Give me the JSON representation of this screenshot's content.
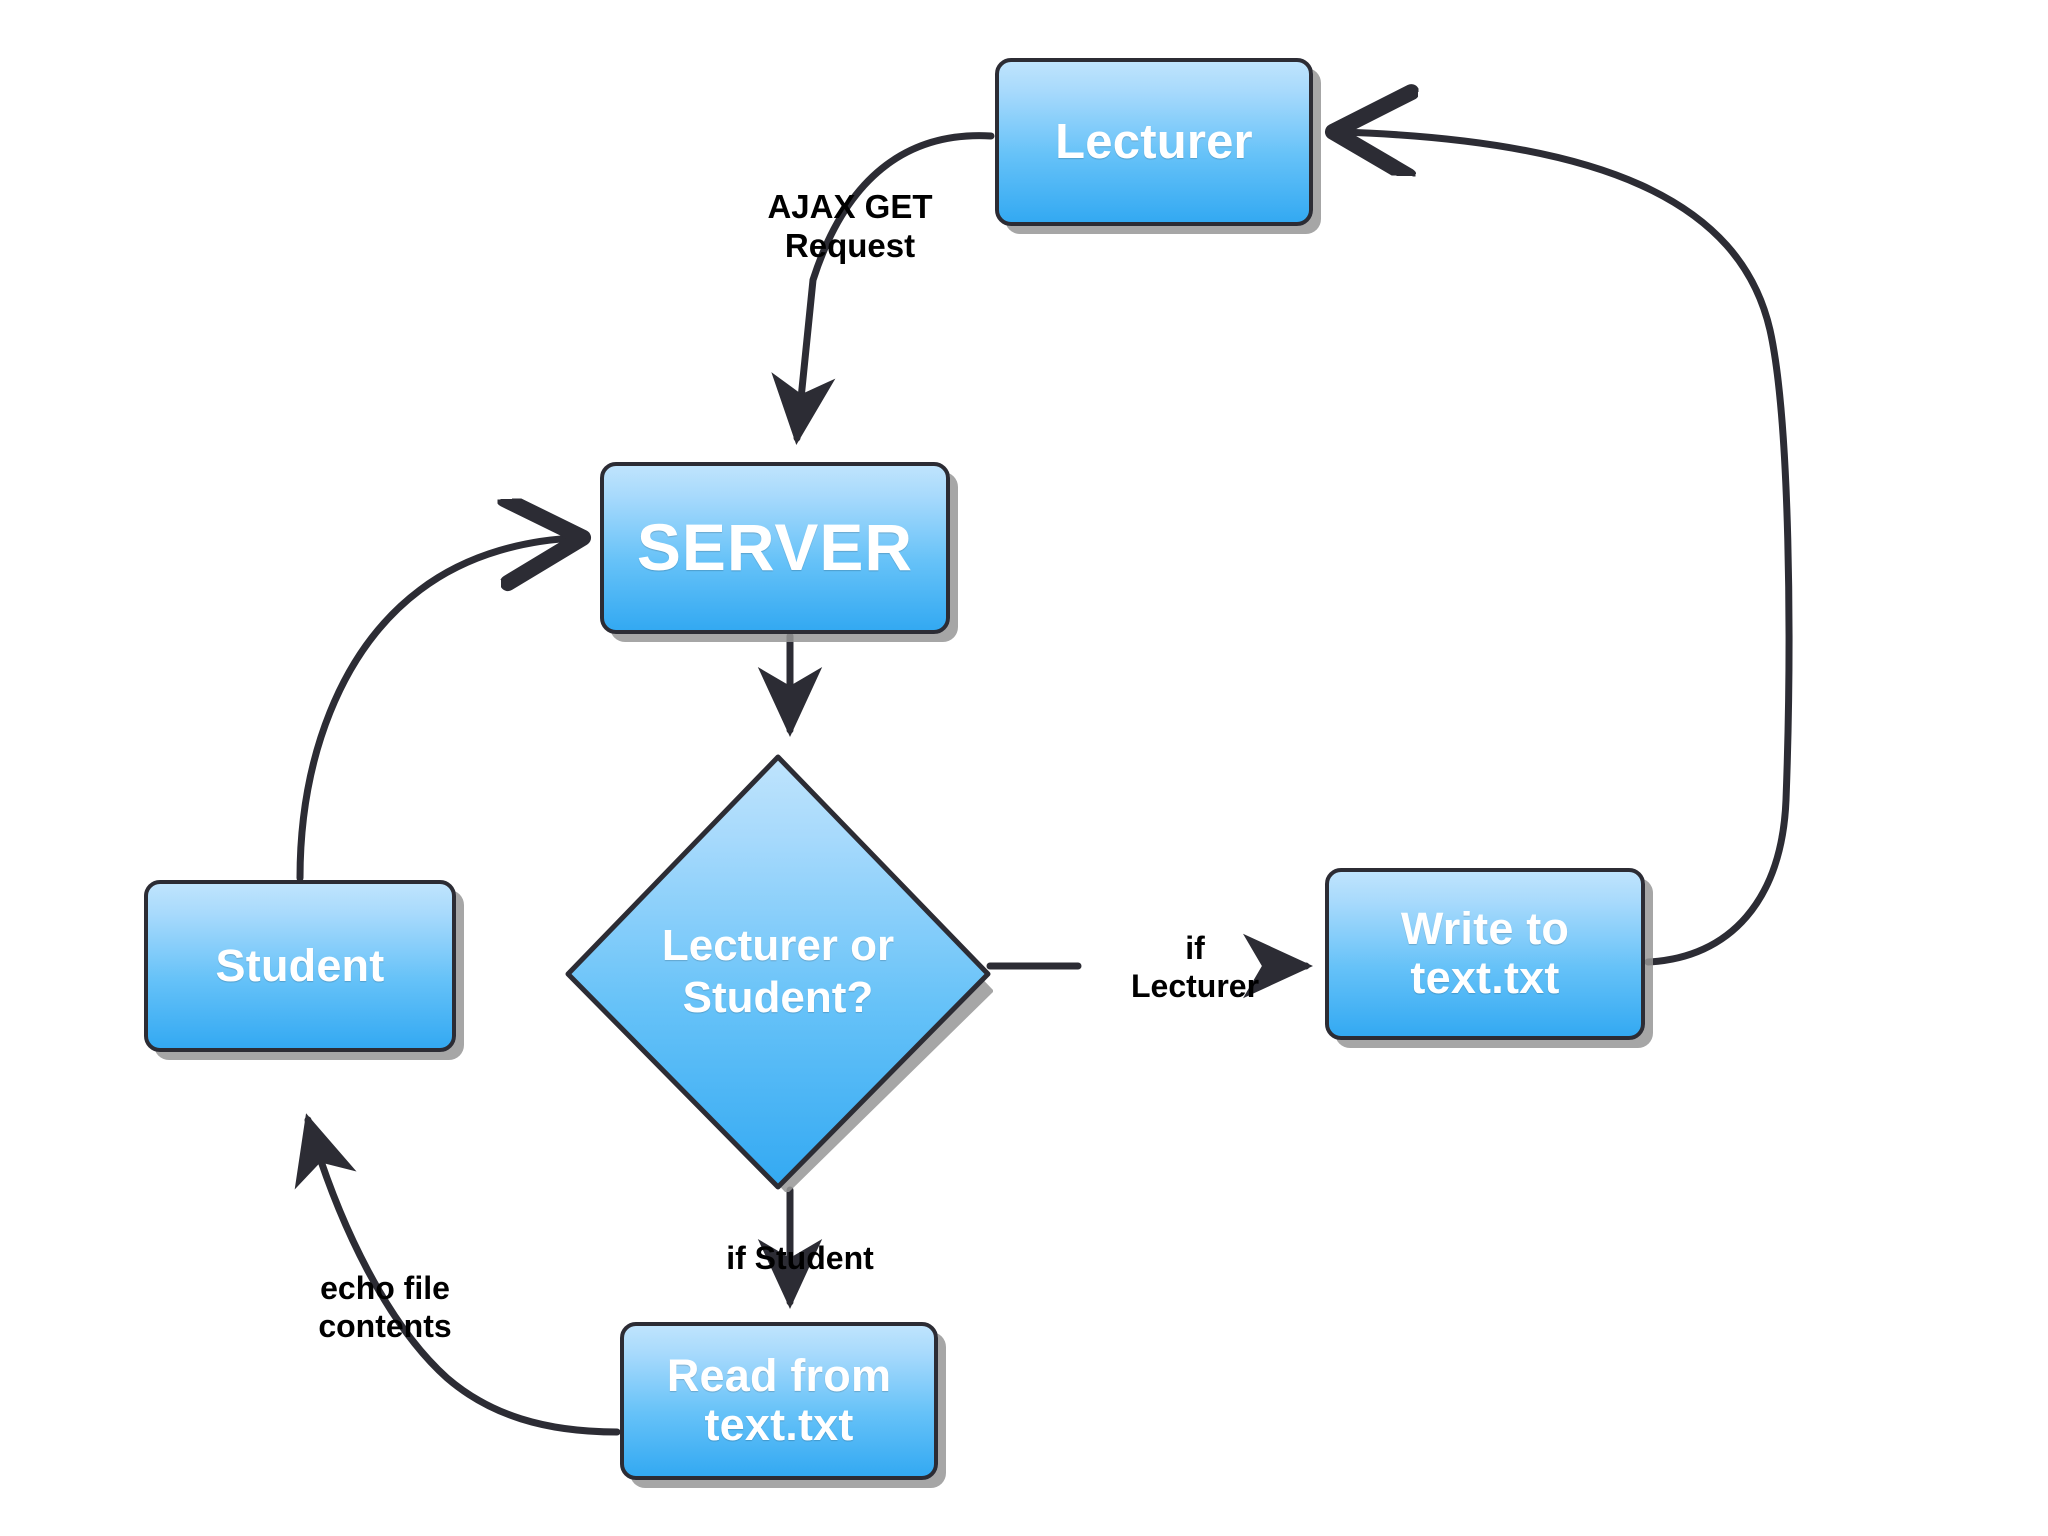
{
  "diagram": {
    "title": "AJAX polling flow between Lecturer, Server and Student",
    "background_color": "#ffffff",
    "node_fill_top": "#bfe4fd",
    "node_fill_bottom": "#33a9f2",
    "node_border_color": "#2c2c34",
    "node_text_color": "#ffffff",
    "edge_color": "#2c2c34",
    "label_text_color": "#000000"
  },
  "nodes": {
    "lecturer": {
      "label": "Lecturer",
      "shape": "rounded-rect"
    },
    "server": {
      "label": "SERVER",
      "shape": "rounded-rect"
    },
    "student": {
      "label": "Student",
      "shape": "rounded-rect"
    },
    "decision": {
      "label": "Lecturer or\nStudent?",
      "shape": "diamond"
    },
    "write": {
      "label": "Write to\ntext.txt",
      "shape": "rounded-rect"
    },
    "read": {
      "label": "Read from\ntext.txt",
      "shape": "rounded-rect"
    }
  },
  "edges": {
    "lecturer_to_server": {
      "label": "AJAX GET\nRequest",
      "from": "lecturer",
      "to": "server"
    },
    "server_to_decision": {
      "label": "",
      "from": "server",
      "to": "decision"
    },
    "decision_to_write": {
      "label": "if\nLecturer",
      "from": "decision",
      "to": "write"
    },
    "decision_to_read": {
      "label": "if Student",
      "from": "decision",
      "to": "read"
    },
    "read_to_student": {
      "label": "echo file\ncontents",
      "from": "read",
      "to": "student"
    },
    "student_to_server": {
      "label": "",
      "from": "student",
      "to": "server"
    },
    "write_to_lecturer": {
      "label": "",
      "from": "write",
      "to": "lecturer"
    }
  }
}
